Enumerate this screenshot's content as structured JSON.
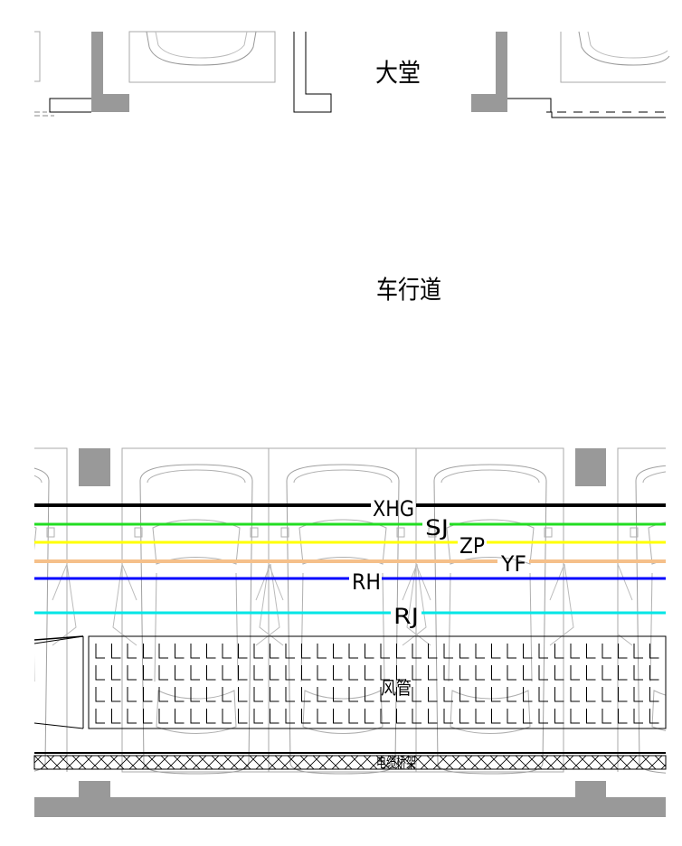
{
  "labels": {
    "lobby": "大堂",
    "driveway": "车行道",
    "duct": "风管",
    "cable_tray": "电缆桥架"
  },
  "pipelines": [
    {
      "code": "XHG",
      "color": "#000000"
    },
    {
      "code": "SJ",
      "color": "#22dd22"
    },
    {
      "code": "ZP",
      "color": "#ffff00"
    },
    {
      "code": "YF",
      "color": "#f5c08a"
    },
    {
      "code": "RH",
      "color": "#0000ff"
    },
    {
      "code": "RJ",
      "color": "#00e6e6"
    }
  ],
  "colors": {
    "column_fill": "#999999",
    "outline": "#b0b0b0",
    "line": "#000000"
  }
}
